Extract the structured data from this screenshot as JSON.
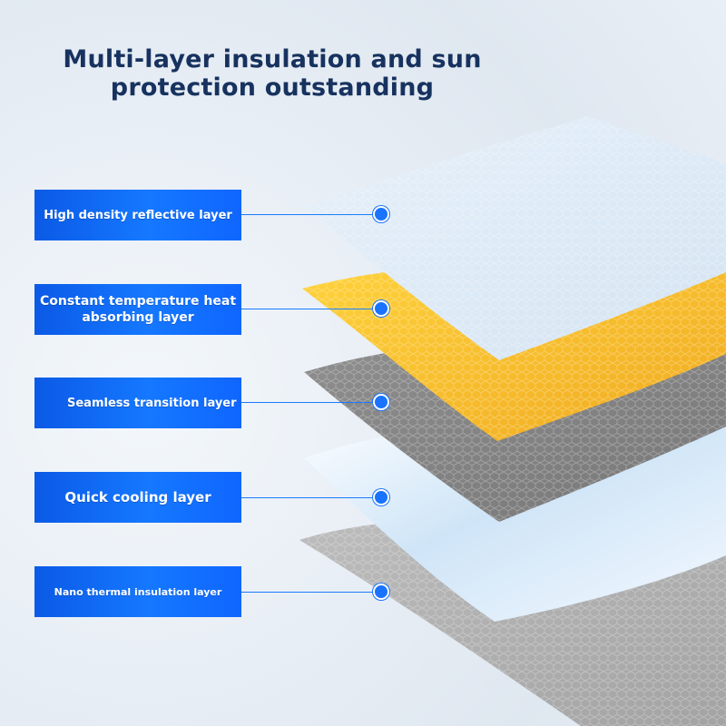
{
  "title": {
    "line1": "Multi-layer insulation and sun",
    "line2": "protection outstanding"
  },
  "layers": [
    {
      "label": "High density reflective layer"
    },
    {
      "label": "Constant temperature heat absorbing layer"
    },
    {
      "label": "Seamless transition layer"
    },
    {
      "label": "Quick cooling layer"
    },
    {
      "label": "Nano thermal insulation layer"
    }
  ],
  "colors": {
    "accent": "#1578ff",
    "title": "#17325f",
    "reflective_layer": "#dfeaf5",
    "heat_absorbing_layer": "#f1b31b",
    "transition_layer": "#8b8b8b",
    "cooling_layer": "#eaf2fb",
    "insulation_layer": "#b7b7b7"
  }
}
